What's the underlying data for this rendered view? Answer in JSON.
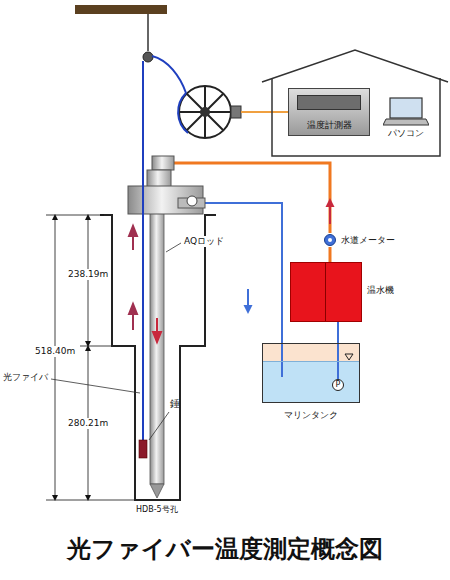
{
  "diagram": {
    "title": "光ファイバー温度測定概念図",
    "nodes": [
      {
        "text": [
          "温度計測器"
        ]
      },
      {
        "text": [
          "パソコン"
        ]
      },
      {
        "text": [
          "水道メーター"
        ]
      },
      {
        "text": [
          "温水機"
        ]
      },
      {
        "text": [
          "マリンタンク"
        ]
      }
    ],
    "edges": [
      {
        "from": 3,
        "to": 2,
        "arrow": "none"
      },
      {
        "from": 4,
        "to": 3,
        "arrow": "none"
      }
    ],
    "labels": [
      "238.19m",
      "518.40m",
      "AQロッド",
      "光ファイバ",
      "280.21m",
      "錘",
      "HDB-5号孔",
      "P"
    ]
  }
}
